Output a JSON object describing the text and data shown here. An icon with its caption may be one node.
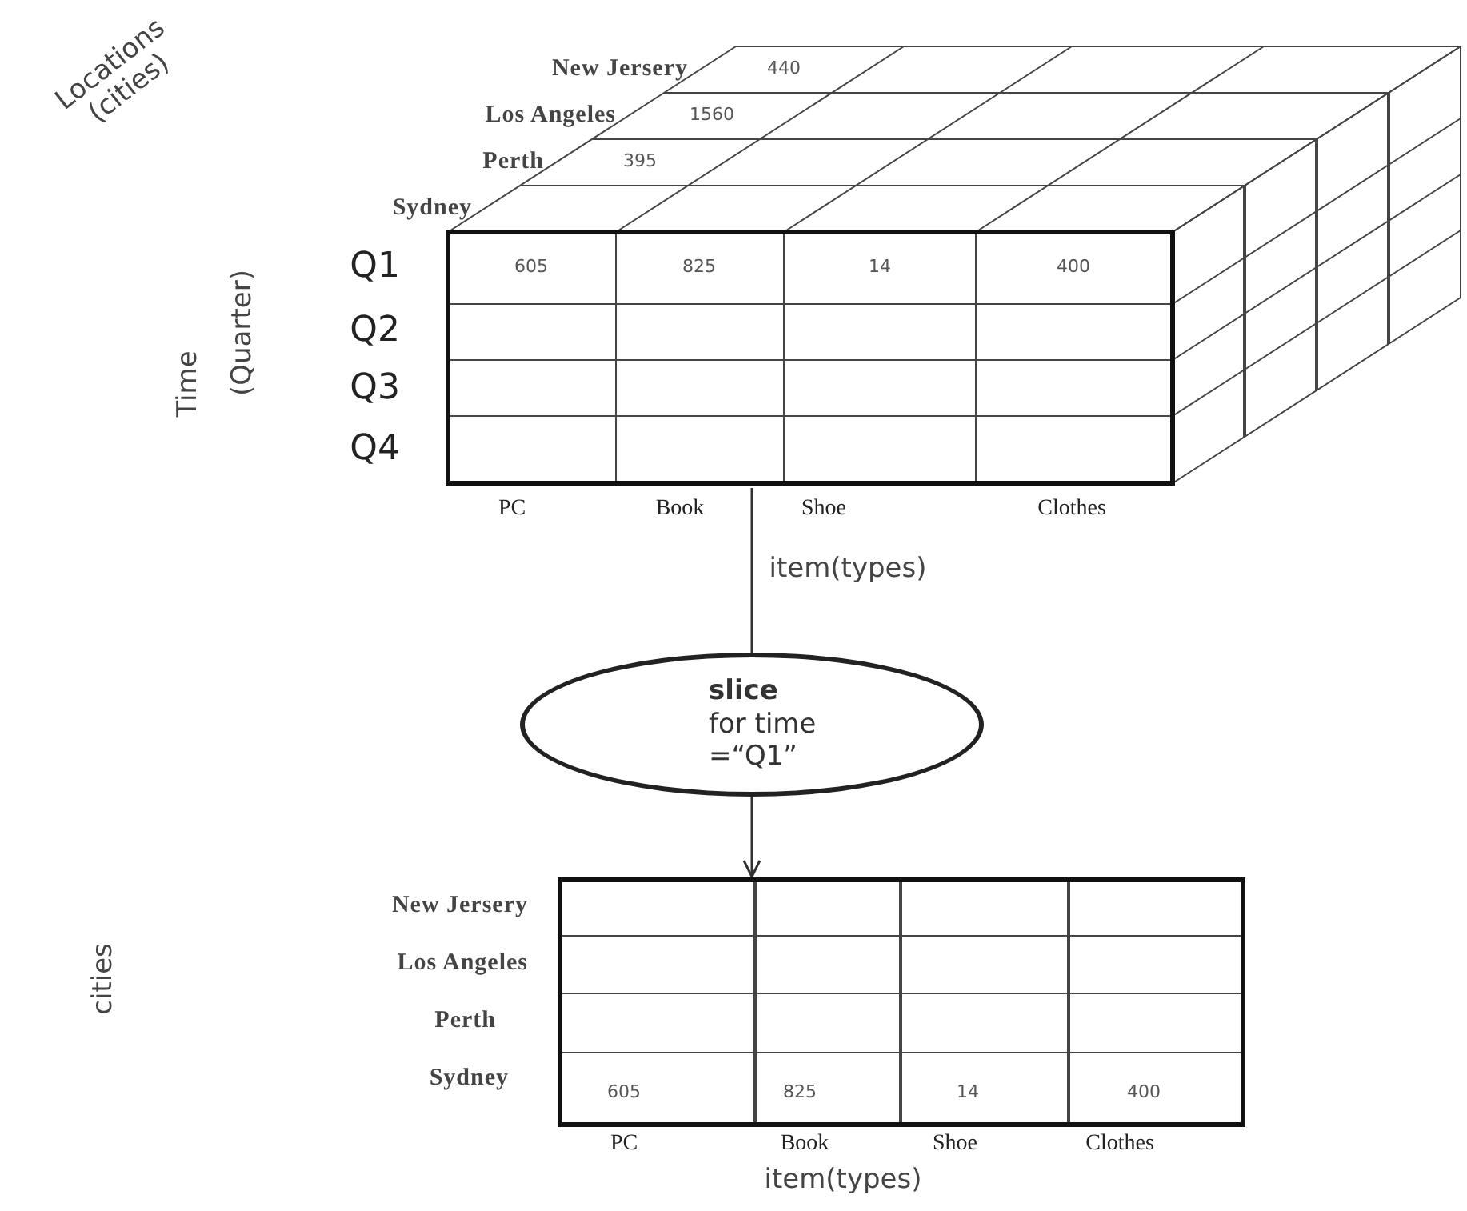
{
  "diagram": {
    "nodes": [
      {
        "text": [],
        "shape": "picture"
      },
      {
        "text": [
          "slice",
          "for time =“Q1”"
        ]
      },
      {
        "text": [],
        "shape": "box"
      }
    ],
    "edges": [
      {
        "from": 0,
        "to": 1,
        "arrow": "none"
      },
      {
        "from": 1,
        "to": 2,
        "arrow": "to"
      }
    ],
    "labels": [
      "Locations (cities)",
      "New Jersery",
      "440",
      "Los Angeles",
      "1560",
      "Perth",
      "395",
      "Sydney",
      "Q1",
      "605",
      "825",
      "14",
      "400",
      "Time",
      "(Quarter)",
      "Q2",
      "Q3",
      "Q4",
      "PC",
      "Book",
      "Shoe",
      "Clothes",
      "item(types)",
      "New Jersery",
      "Los Angeles",
      "Perth",
      "Sydney",
      "cities",
      "605",
      "825",
      "14",
      "400",
      "PC",
      "Book",
      "Shoe",
      "Clothes",
      "item(types)"
    ]
  }
}
